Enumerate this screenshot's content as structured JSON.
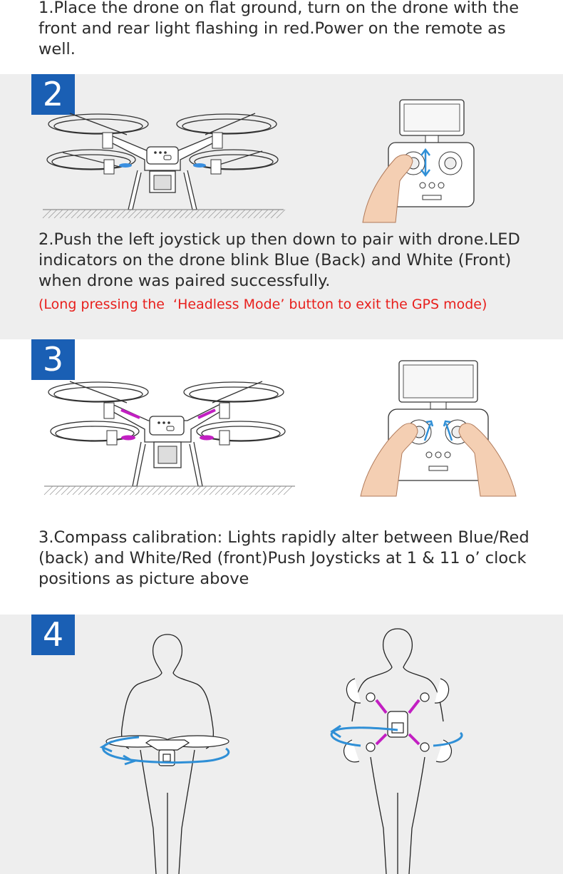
{
  "step1": {
    "text": "1.Place the drone on flat ground, turn on the drone with the front and rear light flashing in red.Power on the remote as well."
  },
  "step2": {
    "number": "2",
    "text": "2.Push the left joystick up then down to pair with drone.LED indicators on the drone blink Blue (Back) and White (Front) when drone was paired successfully.",
    "note": "(Long pressing the  ‘Headless Mode’ button to exit the GPS mode)"
  },
  "step3": {
    "number": "3",
    "text": "3.Compass calibration: Lights rapidly alter between Blue/Red (back) and White/Red (front)Push Joysticks at 1 & 11 o’ clock positions as picture above"
  },
  "step4": {
    "number": "4"
  },
  "colors": {
    "badge": "#1a5fb4",
    "note": "#e8201d",
    "panel": "#eeeeee",
    "arrow": "#2f8fd6",
    "led_blue": "#3a8fe0",
    "led_magenta": "#c21fc2"
  }
}
